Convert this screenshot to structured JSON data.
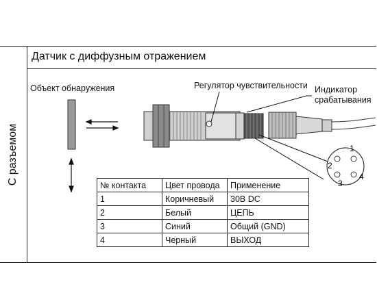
{
  "header": {
    "title": "Датчик с диффузным отражением"
  },
  "side_label": "С разъемом",
  "labels": {
    "object": "Объект обнаружения",
    "sensitivity": "Регулятор чувствительности",
    "indicator_line1": "Индикатор",
    "indicator_line2": "срабатывания"
  },
  "connector_pins": [
    "1",
    "2",
    "3",
    "4"
  ],
  "pin_table": {
    "headers": [
      "№ контакта",
      "Цвет провода",
      "Применение"
    ],
    "rows": [
      [
        "1",
        "Коричневый",
        "30В DC"
      ],
      [
        "2",
        "Белый",
        "ЦЕПЬ"
      ],
      [
        "3",
        "Синий",
        "Общий (GND)"
      ],
      [
        "4",
        "Черный",
        "ВЫХОД"
      ]
    ]
  }
}
